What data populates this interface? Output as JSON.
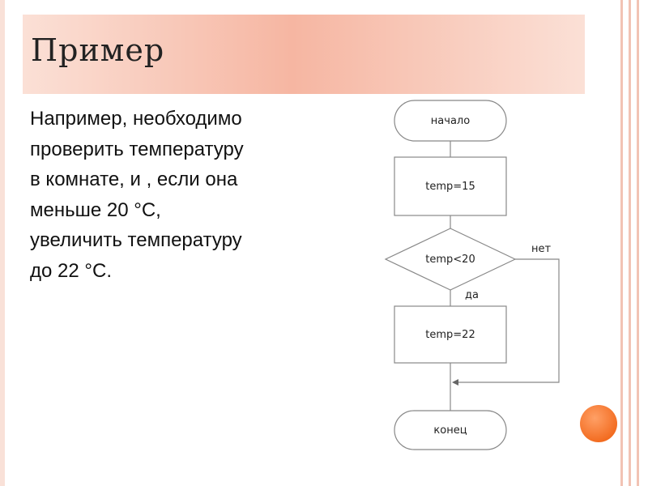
{
  "title": "Пример",
  "body_text": "Например, необходимо\nпроверить температуру\nв комнате,  и , если она\nменьше 20 °C,\nувеличить температуру\nдо 22 °C.",
  "flowchart": {
    "start": "начало",
    "assign1": "temp=15",
    "condition": "temp<20",
    "yes_label": "да",
    "no_label": "нет",
    "assign2": "temp=22",
    "end": "конец"
  },
  "colors": {
    "accent_orange": "#f26a1e",
    "title_band": "#f6b6a2",
    "edge_stripe": "#f2c3b4"
  }
}
